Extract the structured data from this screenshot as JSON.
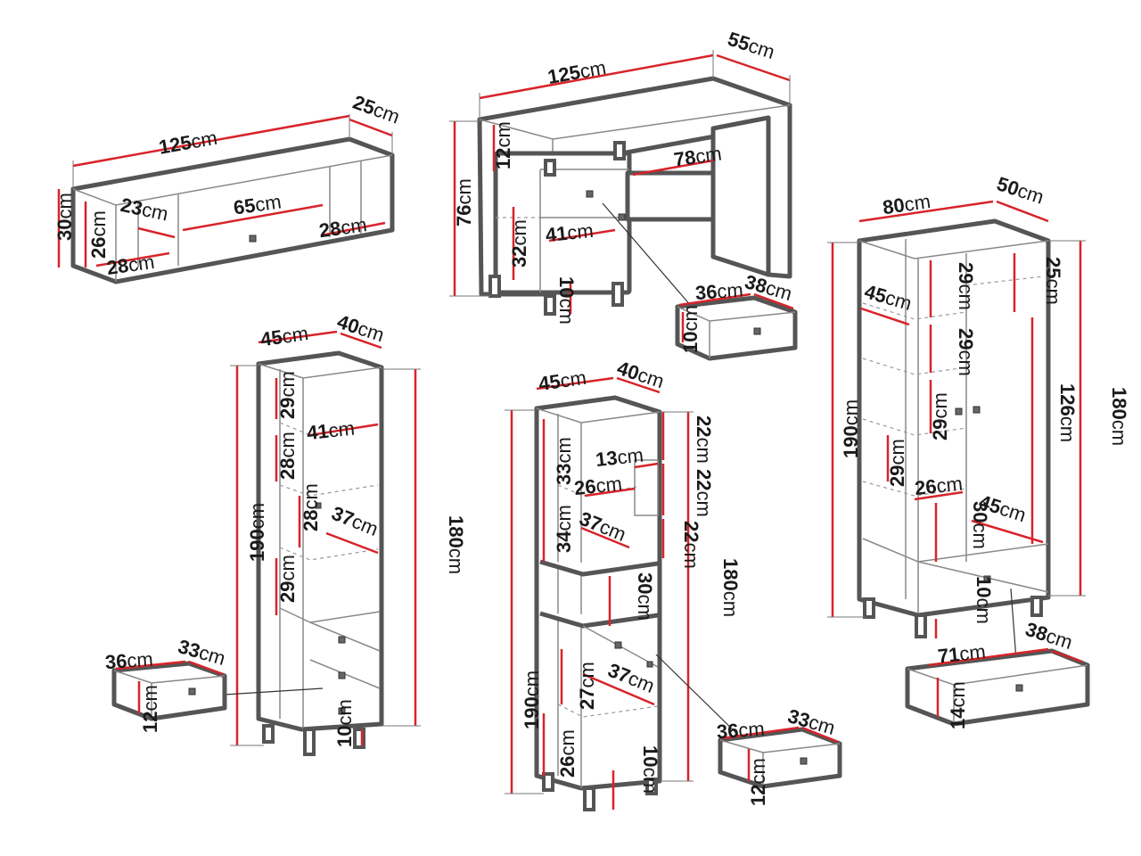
{
  "labels": {
    "shelf_w": "125",
    "shelf_d": "25",
    "shelf_h": "30",
    "shelf_inner_h": "26",
    "shelf_comp_a": "23",
    "shelf_comp_b": "28",
    "shelf_mid": "65",
    "shelf_comp_c": "28",
    "desk_w": "125",
    "desk_d": "55",
    "desk_h": "76",
    "desk_top_gap": "12",
    "desk_knee": "78",
    "desk_drawer_w": "41",
    "desk_inner_h": "32",
    "desk_leg_h": "10",
    "desk_drawer_iw": "36",
    "desk_drawer_id": "38",
    "desk_drawer_ih": "10",
    "tall1_w": "45",
    "tall1_d": "40",
    "tall1_h": "190",
    "tall1_h2": "180",
    "tall1_s1": "29",
    "tall1_s2": "28",
    "tall1_s3": "28",
    "tall1_s4": "29",
    "tall1_in_w": "41",
    "tall1_in_d": "37",
    "tall1_leg": "10",
    "tall1_drawer_w": "36",
    "tall1_drawer_d": "33",
    "tall1_drawer_h": "12",
    "tall2_w": "45",
    "tall2_d": "40",
    "tall2_h": "190",
    "tall2_h2": "180",
    "tall2_s_top": "22",
    "tall2_s_a": "33",
    "tall2_niche": "13",
    "tall2_s_b": "22",
    "tall2_niche_w": "26",
    "tall2_s_c": "34",
    "tall2_d1": "37",
    "tall2_s_d": "22",
    "tall2_open": "30",
    "tall2_s_e": "27",
    "tall2_d2": "37",
    "tall2_s_f": "26",
    "tall2_leg": "10",
    "tall2_drawer_w": "36",
    "tall2_drawer_d": "33",
    "tall2_drawer_h": "12",
    "ward_w": "80",
    "ward_d": "50",
    "ward_h": "190",
    "ward_h2": "180",
    "ward_s1": "29",
    "ward_s2": "29",
    "ward_s3": "29",
    "ward_s4": "29",
    "ward_top": "25",
    "ward_rail": "126",
    "ward_sh_d": "45",
    "ward_comp": "26",
    "ward_lower": "30",
    "ward_in_d": "45",
    "ward_leg": "10",
    "ward_drawer_w": "71",
    "ward_drawer_d": "38",
    "ward_drawer_h": "14",
    "unit": "cm"
  },
  "icons": {
    "knob": "drawer-knob-icon"
  }
}
